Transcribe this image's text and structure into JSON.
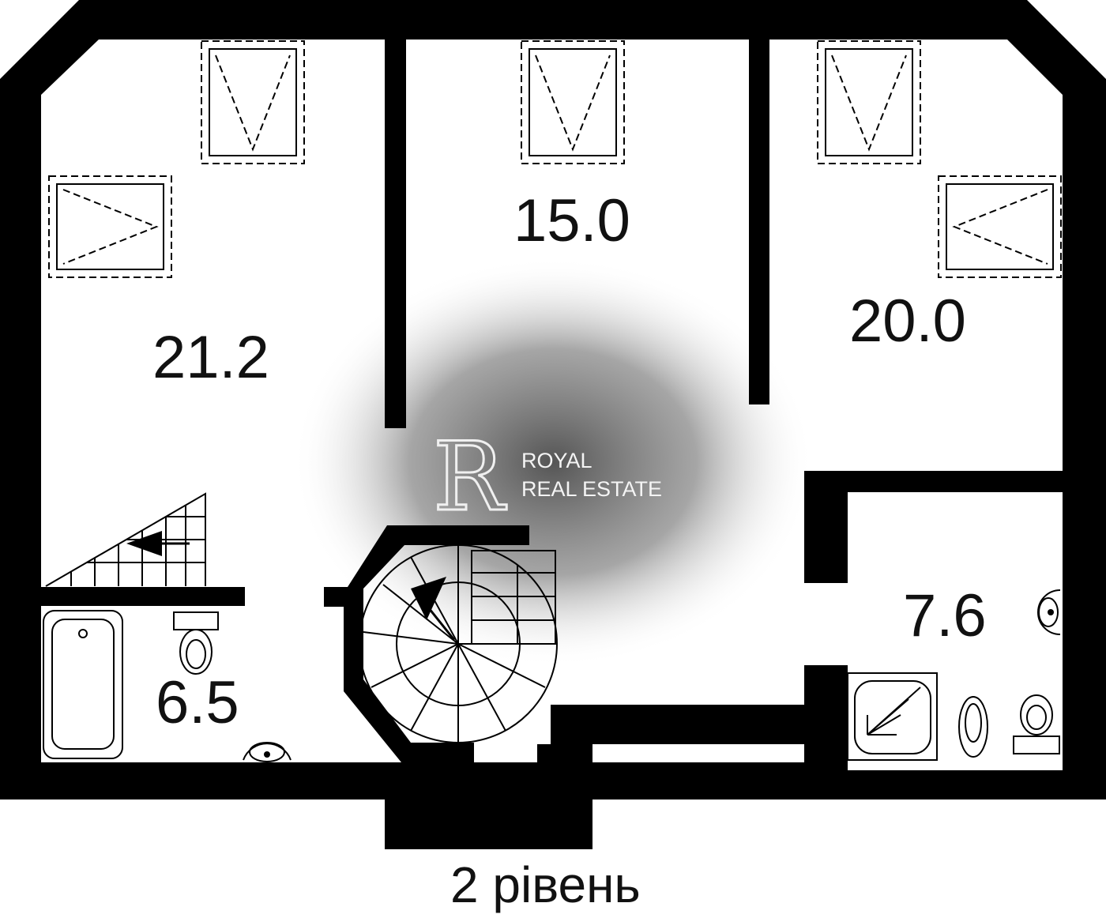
{
  "floor_plan": {
    "rooms": [
      {
        "id": "room-left",
        "area": "21.2"
      },
      {
        "id": "room-middle",
        "area": "15.0"
      },
      {
        "id": "room-right",
        "area": "20.0"
      },
      {
        "id": "bathroom-left",
        "area": "6.5"
      },
      {
        "id": "bathroom-right",
        "area": "7.6"
      }
    ],
    "caption": "2 рівень",
    "fixtures": [
      "roof-window-icon",
      "staircase-icon",
      "spiral-staircase-icon",
      "bathtub-icon",
      "toilet-icon",
      "sink-icon",
      "shower-tray-icon"
    ]
  },
  "watermark": {
    "logo_letter": "R",
    "line1": "ROYAL",
    "line2": "REAL ESTATE",
    "color": "#f4f4f4"
  },
  "colors": {
    "walls": "#000000",
    "background": "#ffffff"
  }
}
